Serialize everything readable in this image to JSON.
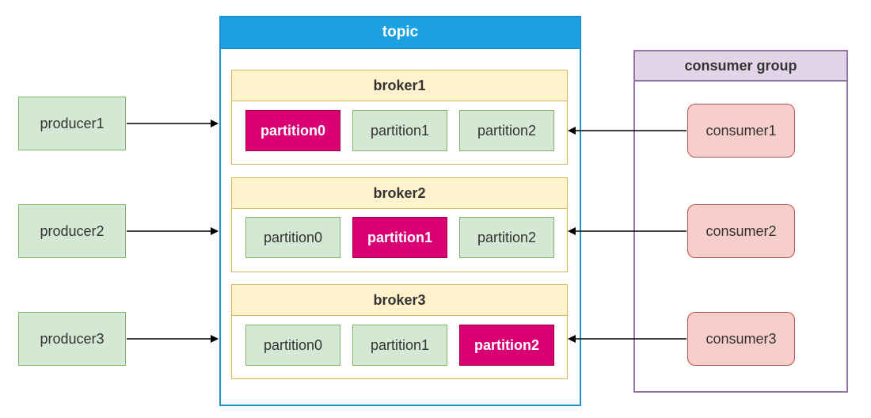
{
  "topic": {
    "title": "topic"
  },
  "producers": [
    "producer1",
    "producer2",
    "producer3"
  ],
  "brokers": [
    {
      "title": "broker1",
      "partitions": [
        "partition0",
        "partition1",
        "partition2"
      ],
      "active": 0
    },
    {
      "title": "broker2",
      "partitions": [
        "partition0",
        "partition1",
        "partition2"
      ],
      "active": 1
    },
    {
      "title": "broker3",
      "partitions": [
        "partition0",
        "partition1",
        "partition2"
      ],
      "active": 2
    }
  ],
  "consumer_group": {
    "title": "consumer group",
    "consumers": [
      "consumer1",
      "consumer2",
      "consumer3"
    ]
  },
  "colors": {
    "topic_header": "#1ba1e2",
    "broker_header": "#fff2cc",
    "partition": "#d5e8d4",
    "partition_active": "#d80073",
    "consumer": "#f8cecc",
    "consumer_group_header": "#e1d5e7",
    "producer": "#d5e8d4"
  }
}
